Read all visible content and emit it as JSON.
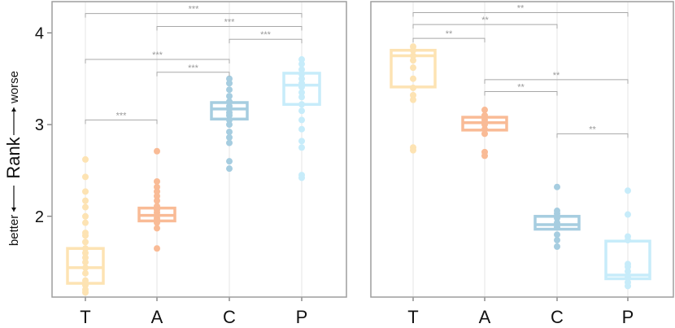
{
  "chart_data": [
    {
      "type": "box",
      "panel": "left",
      "ylim": [
        1.12,
        4.34
      ],
      "yticks": [
        2,
        3,
        4
      ],
      "ylabel": "Rank",
      "ylabel_low": "better",
      "ylabel_high": "worse",
      "categories": [
        "T",
        "A",
        "C",
        "P"
      ],
      "colors": [
        "#fde3b3",
        "#f9bb96",
        "#a6cde0",
        "#c7ecfa"
      ],
      "boxes": [
        {
          "category": "T",
          "q1": 1.27,
          "median": 1.44,
          "q3": 1.65
        },
        {
          "category": "A",
          "q1": 1.95,
          "median": 2.01,
          "q3": 2.09
        },
        {
          "category": "C",
          "q1": 3.06,
          "median": 3.17,
          "q3": 3.24
        },
        {
          "category": "P",
          "q1": 3.22,
          "median": 3.43,
          "q3": 3.56
        }
      ],
      "points": [
        [
          2.62,
          2.43,
          2.27,
          2.17,
          2.1,
          2.0,
          1.93,
          1.82,
          1.79,
          1.72,
          1.65,
          1.6,
          1.55,
          1.5,
          1.44,
          1.38,
          1.3,
          1.25,
          1.2,
          1.17
        ],
        [
          2.71,
          2.38,
          2.32,
          2.27,
          2.22,
          2.17,
          2.11,
          2.07,
          2.04,
          2.01,
          1.98,
          1.96,
          1.93,
          1.87,
          1.65
        ],
        [
          3.5,
          3.45,
          3.38,
          3.31,
          3.25,
          3.2,
          3.17,
          3.13,
          3.1,
          3.05,
          3.0,
          2.92,
          2.86,
          2.8,
          2.6,
          2.52
        ],
        [
          3.71,
          3.66,
          3.6,
          3.55,
          3.5,
          3.45,
          3.41,
          3.35,
          3.3,
          3.22,
          3.15,
          3.05,
          2.95,
          2.82,
          2.75,
          2.45,
          2.42
        ]
      ],
      "comparisons": [
        {
          "a": 0,
          "b": 1,
          "y": 3.05,
          "label": "***"
        },
        {
          "a": 1,
          "b": 2,
          "y": 3.57,
          "label": "***"
        },
        {
          "a": 0,
          "b": 2,
          "y": 3.71,
          "label": "***"
        },
        {
          "a": 2,
          "b": 3,
          "y": 3.93,
          "label": "***"
        },
        {
          "a": 1,
          "b": 3,
          "y": 4.07,
          "label": "***"
        },
        {
          "a": 0,
          "b": 3,
          "y": 4.21,
          "label": "***"
        }
      ]
    },
    {
      "type": "box",
      "panel": "right",
      "ylim": [
        1.12,
        4.34
      ],
      "categories": [
        "T",
        "A",
        "C",
        "P"
      ],
      "colors": [
        "#fde3b3",
        "#f9bb96",
        "#a6cde0",
        "#c7ecfa"
      ],
      "boxes": [
        {
          "category": "T",
          "q1": 3.41,
          "median": 3.75,
          "q3": 3.81
        },
        {
          "category": "A",
          "q1": 2.94,
          "median": 3.02,
          "q3": 3.08
        },
        {
          "category": "C",
          "q1": 1.86,
          "median": 1.91,
          "q3": 2.0
        },
        {
          "category": "P",
          "q1": 1.32,
          "median": 1.36,
          "q3": 1.73
        }
      ],
      "points": [
        [
          3.85,
          3.81,
          3.75,
          3.7,
          3.62,
          3.5,
          3.4,
          3.32,
          3.27,
          2.75,
          2.72
        ],
        [
          3.16,
          3.1,
          3.05,
          3.0,
          2.95,
          2.9,
          2.7,
          2.66
        ],
        [
          2.32,
          2.06,
          2.03,
          1.98,
          1.93,
          1.88,
          1.8,
          1.74,
          1.67
        ],
        [
          2.28,
          2.02,
          1.78,
          1.74,
          1.48,
          1.45,
          1.4,
          1.33,
          1.28,
          1.24
        ]
      ],
      "comparisons": [
        {
          "a": 0,
          "b": 1,
          "y": 3.94,
          "label": "**"
        },
        {
          "a": 0,
          "b": 2,
          "y": 4.09,
          "label": "**"
        },
        {
          "a": 0,
          "b": 3,
          "y": 4.22,
          "label": "**"
        },
        {
          "a": 1,
          "b": 3,
          "y": 3.49,
          "label": "**"
        },
        {
          "a": 1,
          "b": 2,
          "y": 3.36,
          "label": "**"
        },
        {
          "a": 2,
          "b": 3,
          "y": 2.9,
          "label": "**"
        }
      ]
    }
  ]
}
